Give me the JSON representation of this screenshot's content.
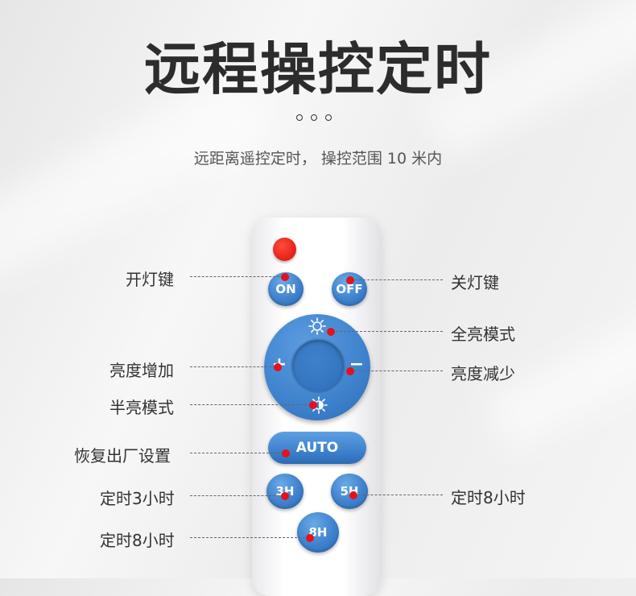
{
  "title": "远程操控定时",
  "subtitle": "远距离遥控定时， 操控范围 10 米内",
  "remote": {
    "buttons": {
      "on": "ON",
      "off": "OFF",
      "plus": "+",
      "minus": "−",
      "auto": "AUTO",
      "h3": "3H",
      "h5": "5H",
      "h8": "8H"
    }
  },
  "callouts": {
    "left": [
      "开灯键",
      "亮度增加",
      "半亮模式",
      "恢复出厂设置",
      "定时3小时",
      "定时8小时"
    ],
    "right": [
      "关灯键",
      "全亮模式",
      "亮度减少",
      "定时8小时"
    ]
  },
  "colors": {
    "button_blue": "#3e82cd",
    "power_red": "#e3121b",
    "marker_red": "#e3121b"
  },
  "icons": {
    "full_bright": "sun-full-icon",
    "half_bright": "sun-half-icon"
  }
}
